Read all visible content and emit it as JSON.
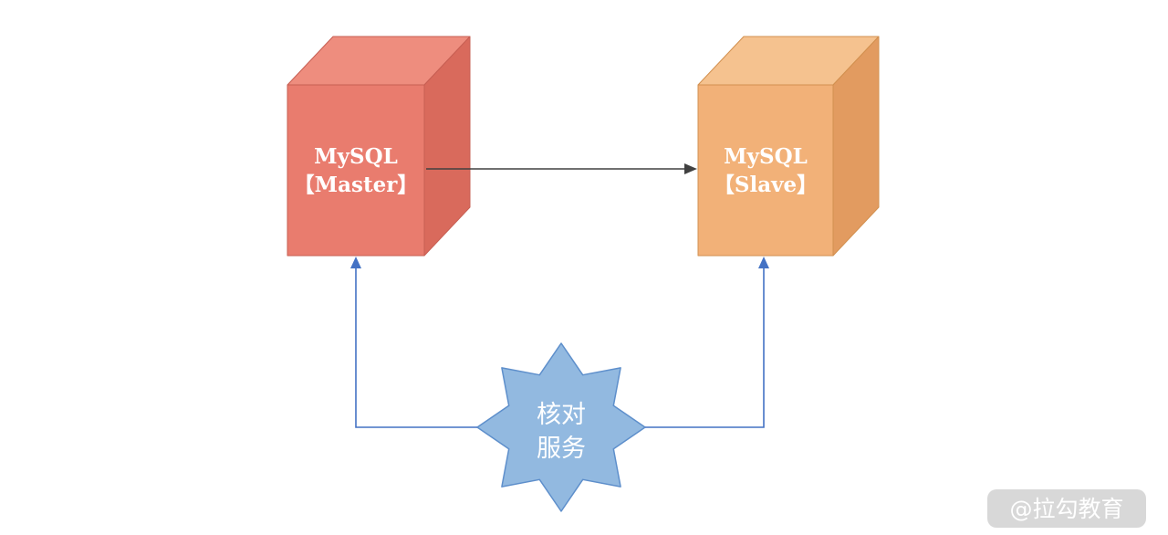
{
  "diagram": {
    "master": {
      "line1": "MySQL",
      "line2": "【Master】"
    },
    "slave": {
      "line1": "MySQL",
      "line2": "【Slave】"
    },
    "service": {
      "line1": "核对",
      "line2": "服务"
    },
    "watermark": "@拉勾教育"
  },
  "colors": {
    "master_front": "#E97C6E",
    "master_top": "#EE8D7E",
    "master_side": "#D96A5C",
    "master_stroke": "#C75F53",
    "slave_front": "#F2B178",
    "slave_top": "#F5C28F",
    "slave_side": "#E29B60",
    "slave_stroke": "#D2904F",
    "star_fill": "#92B9E0",
    "star_stroke": "#5E8FCB",
    "connector": "#4472C4",
    "flow_arrow": "#404040",
    "watermark_bg": "#D4D4D4",
    "label_text": "#FFFFFF"
  }
}
